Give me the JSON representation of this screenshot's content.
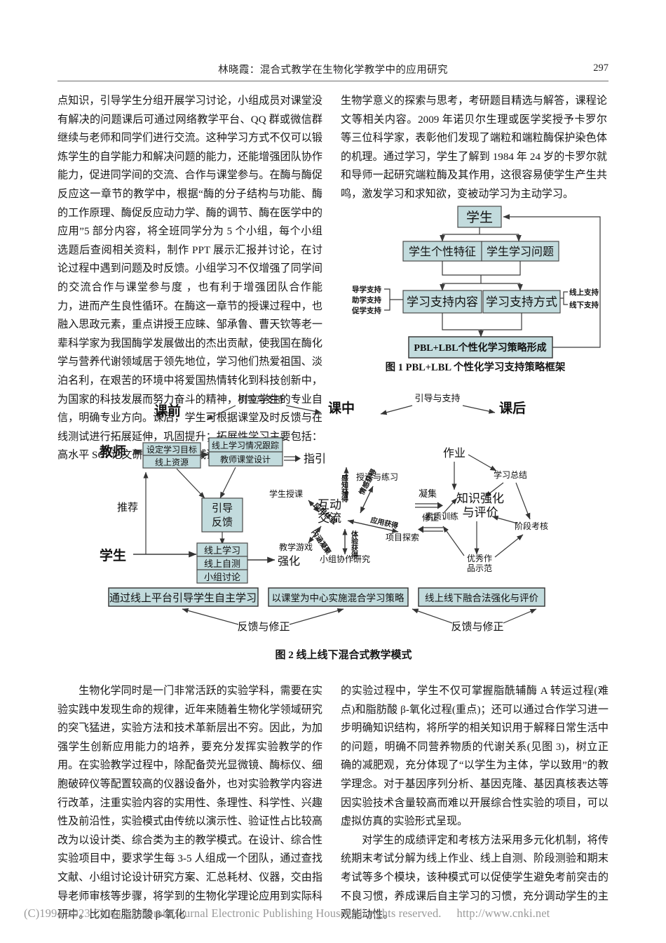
{
  "runhead": {
    "title": "林晓霞：混合式教学在生物化学教学中的应用研究",
    "page_number": "297"
  },
  "body": {
    "left_col_top": "点知识，引导学生分组开展学习讨论，小组成员对课堂没有解决的问题课后可通过网络教学平台、QQ 群或微信群继续与老师和同学们进行交流。这种学习方式不仅可以锻炼学生的自学能力和解决问题的能力，还能增强团队协作能力，促进同学间的交流、合作与课堂参与。在酶与酶促反应这一章节的教学中，根据“酶的分子结构与功能、酶的工作原理、酶促反应动力学、酶的调节、酶在医学中的应用”5 部分内容，将全班同学分为 5 个小组，每个小组选题后查阅相关资料，制作 PPT 展示汇报并讨论，在讨论过程中遇到问题及时反馈。小组学习不仅增强了同学间的交流合作与课堂参与度 ，也有利于增强团队合作能力，进而产生良性循环。在酶这一章节的授课过程中，也融入思政元素，重点讲授王应睐、邹承鲁、曹天钦等老一辈科学家为我国酶学发展做出的杰出贡献，使我国在酶化学与营养代谢领域居于领先地位，学习他们热爱祖国、淡泊名利，在艰苦的环境中将爱国热情转化到科技创新中，为国家的科技发展而努力奋斗的精神，树立学生的专业自信，明确专业方向。课后，学生可根据课堂及时反馈与在线测试进行拓展延伸，巩固提升；拓展性学习主要包括：高水平 SCI 论文研读，生化领域诺贝尔奖项及",
    "right_col_top": "生物学意义的探索与思考，考研题目精选与解答，课程论文等相关内容。2009 年诺贝尔生理或医学奖授予卡罗尔等三位科学家，表彰他们发现了端粒和端粒酶保护染色体的机理。通过学习，学生了解到 1984 年 24 岁的卡罗尔就和导师一起研究端粒酶及其作用，这很容易使学生产生共鸣，激发学习和求知欲，变被动学习为主动学习。",
    "left_col_bottom": "生物化学同时是一门非常活跃的实验学科，需要在实验实践中发现生命的规律，近年来随着生物化学领域研究的突飞猛进，实验方法和技术革新层出不穷。因此，为加强学生创新应用能力的培养，要充分发挥实验教学的作用。在实验教学过程中，除配备荧光显微镜、酶标仪、细胞破碎仪等配置较高的仪器设备外，也对实验教学内容进行改革，注重实验内容的实用性、条理性、科学性、兴趣性及前沿性，实验模式由传统以演示性、验证性占比较高改为以设计类、综合类为主的教学模式。在设计、综合性实验项目中，要求学生每 3-5 人组成一个团队，通过查找文献、小组讨论设计研究方案、汇总耗材、仪器，交由指导老师审核等步骤，将学到的生物化学理论应用到实际科研中。比如在脂肪酸 β-氧化",
    "right_col_bottom_1": "的实验过程中，学生不仅可掌握脂酰辅酶 A 转运过程(难点)和脂肪酸 β-氧化过程(重点)；还可以通过合作学习进一步明确知识结构，将所学的相关知识用于解释日常生活中的问题，明确不同营养物质的代谢关系(见图 3)，树立正确的减肥观，充分体现了“以学生为主体，学以致用”的教学理念。对于基因序列分析、基因克隆、基因真核表达等因实验技术含量较高而难以开展综合性实验的项目，可以虚拟仿真的实验形式呈现。",
    "right_col_bottom_2": "对学生的成绩评定和考核方法采用多元化机制，将传统期末考试分解为线上作业、线上自测、阶段测验和期末考试等多个模块，该种模式可以促使学生避免考前突击的不良习惯，养成课后自主学习的习惯，充分调动学生的主观能动性。"
  },
  "figure1": {
    "caption": "图 1   PBL+LBL 个性化学习支持策略框架",
    "box_fill": "#c2dbdd",
    "nodes": {
      "student": "学生",
      "trait": "学生个性特征",
      "problem": "学生学习问题",
      "support_content": "学习支持内容",
      "support_method": "学习支持方式",
      "strategy": "PBL+LBL个性化学习策略形成"
    },
    "left_labels": [
      "导学支持",
      "助学支持",
      "促学支持"
    ],
    "right_labels": [
      "线上支持",
      "线下支持"
    ]
  },
  "figure2": {
    "caption": "图 2 线上线下混合式教学模式",
    "box_fill": "#c2dbdd",
    "phases": [
      "课前",
      "课中",
      "课后"
    ],
    "phase_arrow_labels": [
      "引导与支持",
      "引导与支持"
    ],
    "actors": [
      "教师",
      "学生"
    ],
    "teacher_boxes": [
      "设定学习目标",
      "线上资源"
    ],
    "teacher_right_boxes": [
      "线上学习情况跟踪",
      "教师课堂设计"
    ],
    "guide_box": [
      "引导",
      "反馈"
    ],
    "student_boxes": [
      "线上学习",
      "线上自测",
      "小组讨论"
    ],
    "edge_labels": [
      "指引",
      "推荐",
      "强化"
    ],
    "hub": [
      "互动",
      "交流"
    ],
    "hub_spokes": [
      "学生授课",
      "授课与练习",
      "教学游戏",
      "小组协作研究",
      "项目探索"
    ],
    "hub_spoke_labels": [
      "应用体验",
      "感知获得",
      "情感获得",
      "应用获得",
      "内涵凝聚",
      "体验获得"
    ],
    "mid_arrows": [
      "凝集",
      "修正"
    ],
    "post_center": [
      "知识强化",
      "与评价"
    ],
    "post_nodes": [
      "作业",
      "学习总结",
      "阶段考核",
      "素质训练",
      "优秀作",
      "品示范"
    ],
    "bottom_boxes": [
      "通过线上平台引导学生自主学习",
      "以课堂为中心实施混合学习策略",
      "线上线下融合法强化与评价"
    ],
    "bottom_labels": [
      "反馈与修正",
      "反馈与修正"
    ]
  },
  "footer": {
    "copyright": "(C)1994-2023 China Academic Journal Electronic Publishing House. All rights reserved.",
    "url": "http://www.cnki.net"
  }
}
